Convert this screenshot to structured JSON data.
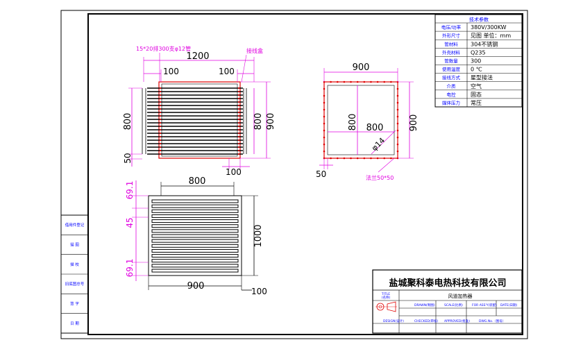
{
  "sheet": {
    "company": "盐城聚科泰电热科技有限公司",
    "drawing_name": "风道加热器"
  },
  "tech_table": {
    "title": "技术参数",
    "rows": [
      {
        "label": "电压/功率",
        "value": "380V/300KW"
      },
      {
        "label": "外形尺寸",
        "value": "见图  单位：mm"
      },
      {
        "label": "管材料",
        "value": "304不锈钢"
      },
      {
        "label": "外壳材料",
        "value": "Q235"
      },
      {
        "label": "管数量",
        "value": "300"
      },
      {
        "label": "使用温度",
        "value": "0 ℃"
      },
      {
        "label": "接线方式",
        "value": "星型接法"
      },
      {
        "label": "介质",
        "value": "空气"
      },
      {
        "label": "电控",
        "value": "固态"
      },
      {
        "label": "媒体压力",
        "value": "常压"
      }
    ]
  },
  "side_panel": [
    "借用件登记",
    "描 图",
    "描 校",
    "旧底图总号",
    "签 字",
    "日 期"
  ],
  "title_block": {
    "title_label": "TITLE",
    "title_sub": "(名称)",
    "drawn": "DRAWN(制图)",
    "scale": "SCALE(比例)",
    "for_assy": "FOR ASS'Y(装配)",
    "date": "DATE(日期)",
    "design": "DESIGN(设计)",
    "checked": "CHECKED(审核)",
    "approved": "APPROVED(批准)",
    "dwg_no": "DWG.No.（图号）"
  },
  "views": {
    "front": {
      "note_tubes": "15*20排300支φ12管",
      "note_box": "接线盒",
      "dim_top": "1200",
      "dim_left_inner": "100",
      "dim_right_inner": "100",
      "dim_left_height": "800",
      "dim_left_small": "50",
      "dim_right_inner_h": "800",
      "dim_right_outer_h": "900",
      "dim_bottom": "100"
    },
    "side": {
      "dim_top": "900",
      "dim_inner_h": "800",
      "dim_inner_w": "800",
      "dim_outer_h": "900",
      "dim_hole": "φ14",
      "dim_small": "50",
      "note_flange": "法兰50*50"
    },
    "top": {
      "dim_top": "800",
      "dim_a": "69.1",
      "dim_b": "45",
      "dim_c": "69.1",
      "dim_right": "1000",
      "dim_bottom": "900",
      "dim_br": "100"
    }
  }
}
